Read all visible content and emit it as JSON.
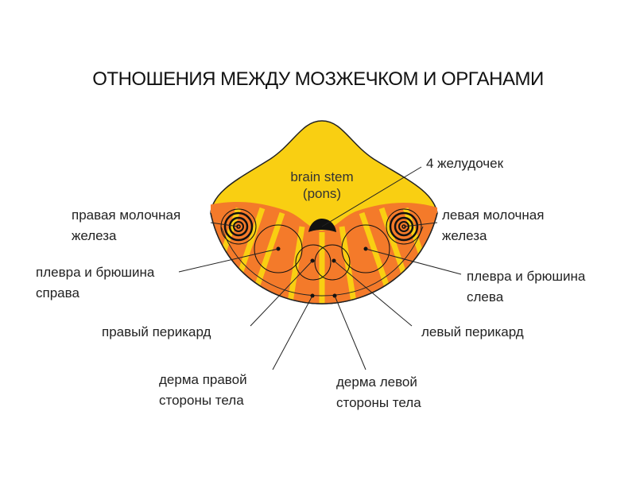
{
  "title": "ОТНОШЕНИЯ МЕЖДУ МОЗЖЕЧКОМ И ОРГАНАМИ",
  "diagram": {
    "center_label_1": "brain stem",
    "center_label_2": "(pons)",
    "colors": {
      "yellow": "#f9cf12",
      "orange": "#f47a2a"
    }
  },
  "labels": {
    "ventricle": "4 желудочек",
    "right_breast_1": "правая молочная",
    "right_breast_2": "железа",
    "left_breast_1": "левая молочная",
    "left_breast_2": "железа",
    "right_pleura_1": "плевра и брюшина",
    "right_pleura_2": "справа",
    "left_pleura_1": "плевра и брюшина",
    "left_pleura_2": "слева",
    "right_pericard": "правый перикард",
    "left_pericard": "левый перикард",
    "right_derma_1": "дерма правой",
    "right_derma_2": "стороны тела",
    "left_derma_1": "дерма левой",
    "left_derma_2": "стороны тела"
  }
}
